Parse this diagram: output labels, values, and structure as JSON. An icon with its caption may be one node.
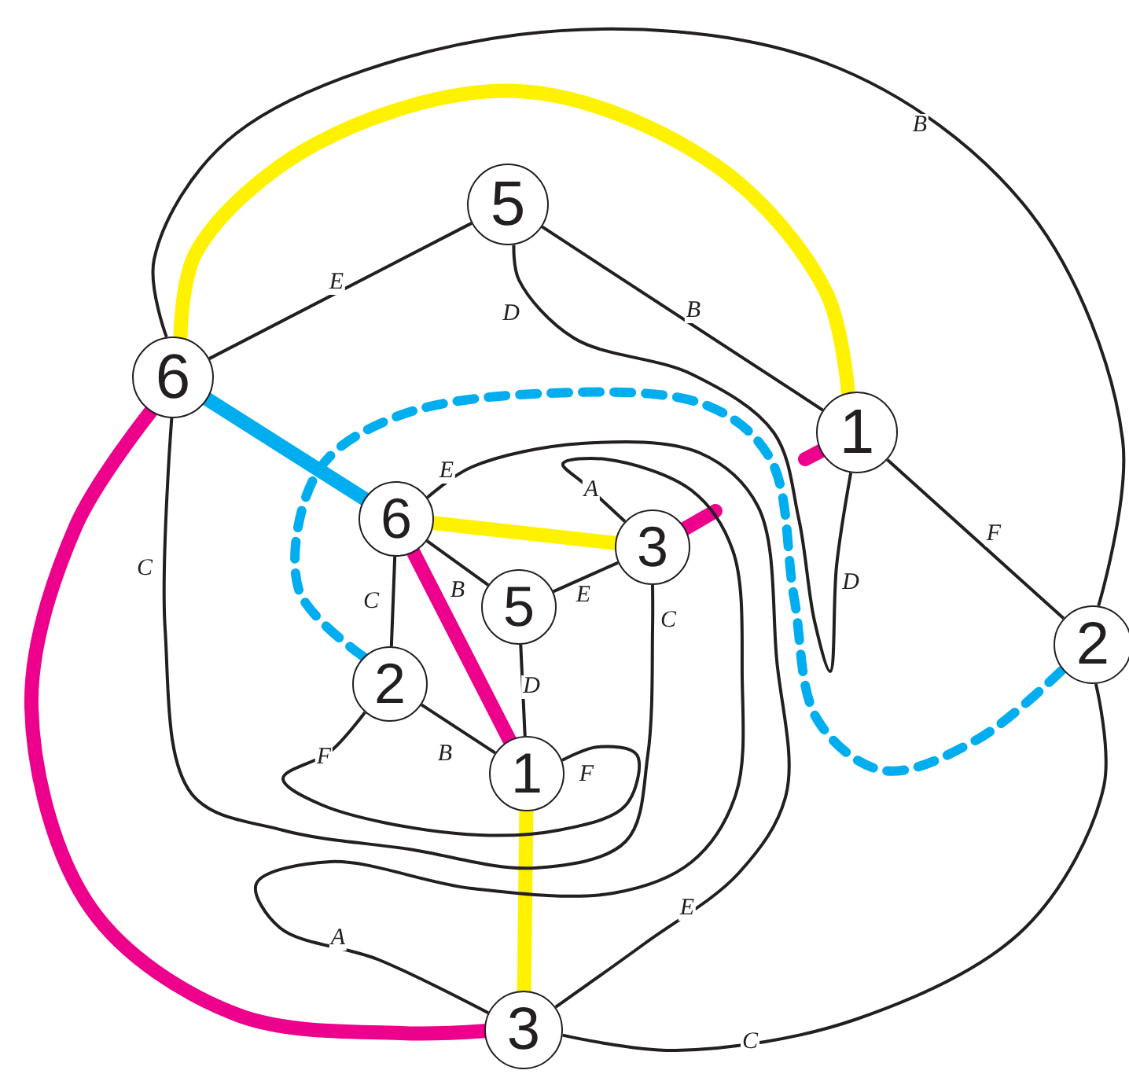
{
  "diagram": {
    "nodes": [
      {
        "text": [
          "5"
        ]
      },
      {
        "text": [
          "6"
        ]
      },
      {
        "text": [
          "1"
        ]
      },
      {
        "text": [
          "6"
        ]
      },
      {
        "text": [
          "3"
        ]
      },
      {
        "text": [
          "5"
        ]
      },
      {
        "text": [
          "2"
        ]
      },
      {
        "text": [
          "2"
        ]
      },
      {
        "text": [
          "1"
        ]
      },
      {
        "text": [
          "3"
        ]
      }
    ],
    "edges": [
      {
        "from": 1,
        "to": 0,
        "arrow": "none",
        "label": "E"
      },
      {
        "from": 0,
        "to": 2,
        "arrow": "none",
        "label": "B"
      },
      {
        "from": 0,
        "to": 2,
        "arrow": "none",
        "label": "D"
      },
      {
        "from": 1,
        "to": 7,
        "arrow": "none",
        "label": "B"
      },
      {
        "from": 1,
        "to": 4,
        "arrow": "none",
        "label": "C"
      },
      {
        "from": 2,
        "to": 7,
        "arrow": "none",
        "label": "F"
      },
      {
        "from": 7,
        "to": 9,
        "arrow": "none",
        "label": "C"
      },
      {
        "from": 3,
        "to": 9,
        "arrow": "none",
        "label": "E"
      },
      {
        "from": 4,
        "to": 9,
        "arrow": "none",
        "label": "A"
      },
      {
        "from": 3,
        "to": 6,
        "arrow": "none",
        "label": "C"
      },
      {
        "from": 3,
        "to": 5,
        "arrow": "none",
        "label": "B"
      },
      {
        "from": 5,
        "to": 4,
        "arrow": "none",
        "label": "E"
      },
      {
        "from": 5,
        "to": 8,
        "arrow": "none",
        "label": "D"
      },
      {
        "from": 6,
        "to": 8,
        "arrow": "none",
        "label": "B"
      },
      {
        "from": 6,
        "to": 8,
        "arrow": "none",
        "label": "F"
      },
      {
        "from": 1,
        "to": 2,
        "arrow": "none",
        "style": "thick",
        "color": "#fff200"
      },
      {
        "from": 3,
        "to": 4,
        "arrow": "none",
        "style": "thick",
        "color": "#fff200"
      },
      {
        "from": 8,
        "to": 9,
        "arrow": "none",
        "style": "thick",
        "color": "#fff200"
      },
      {
        "from": 1,
        "to": 3,
        "arrow": "none",
        "style": "thick",
        "color": "#00aeef"
      },
      {
        "from": 1,
        "to": 9,
        "arrow": "none",
        "style": "thick",
        "color": "#ec008c"
      },
      {
        "from": 3,
        "to": 8,
        "arrow": "none",
        "style": "thick",
        "color": "#ec008c"
      },
      {
        "from": 2,
        "to": null,
        "arrow": "none",
        "style": "thick",
        "color": "#ec008c"
      },
      {
        "from": 4,
        "to": null,
        "arrow": "none",
        "style": "thick",
        "color": "#ec008c"
      },
      {
        "from": 6,
        "to": 7,
        "arrow": "none",
        "style": "dashed",
        "color": "#00aeef"
      }
    ],
    "labels": [
      "D",
      "C",
      "F",
      "E",
      "A"
    ]
  }
}
